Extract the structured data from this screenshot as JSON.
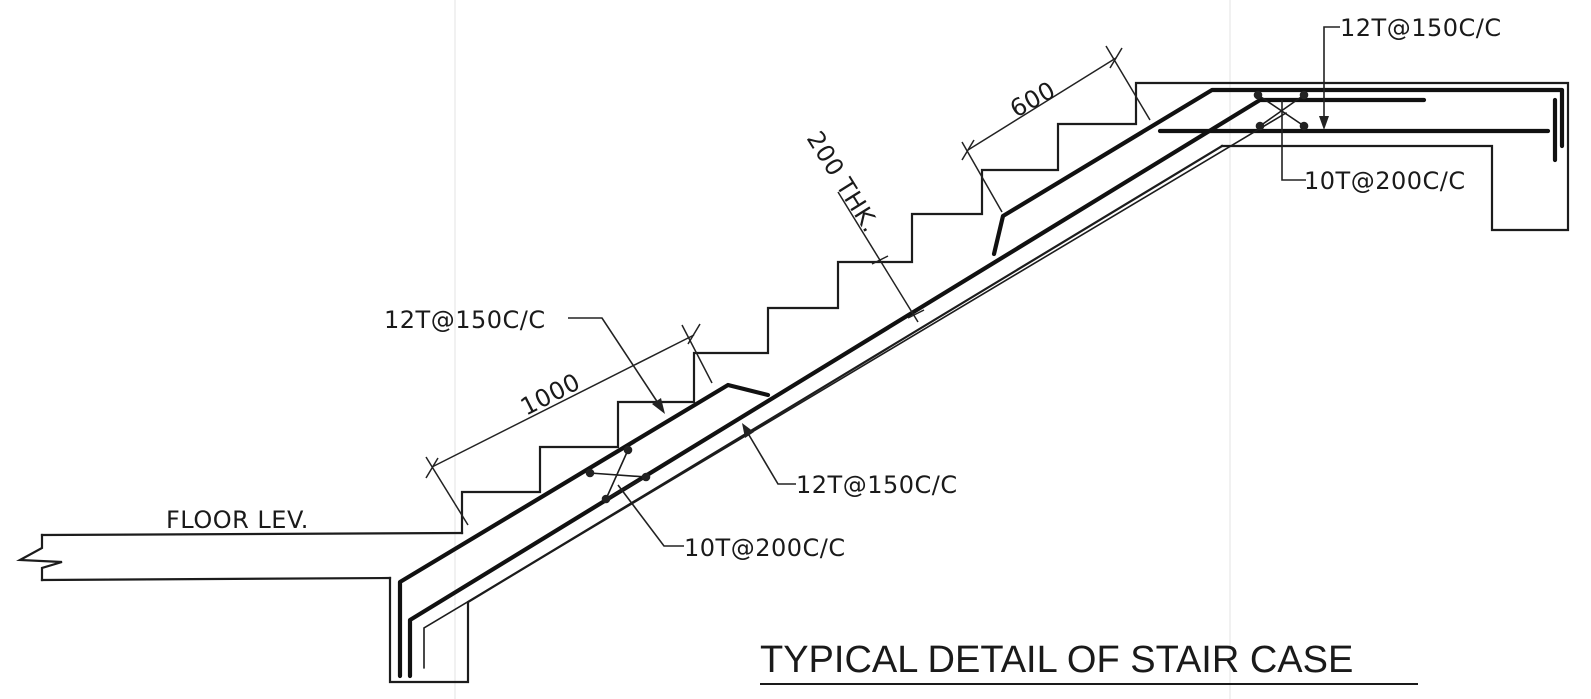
{
  "title": "TYPICAL DETAIL OF STAIR CASE",
  "labels": {
    "floor_level": "FLOOR LEV.",
    "flight_bar_top_right": "12T@150C/C",
    "landing_distribution_bar": "10T@200C/C",
    "lower_top_bar": "12T@150C/C",
    "lower_bottom_bar": "12T@150C/C",
    "lower_distribution_bar": "10T@200C/C",
    "waist_thickness": "200 THK.",
    "dim_lower_extension": "1000",
    "dim_upper_extension": "600"
  }
}
